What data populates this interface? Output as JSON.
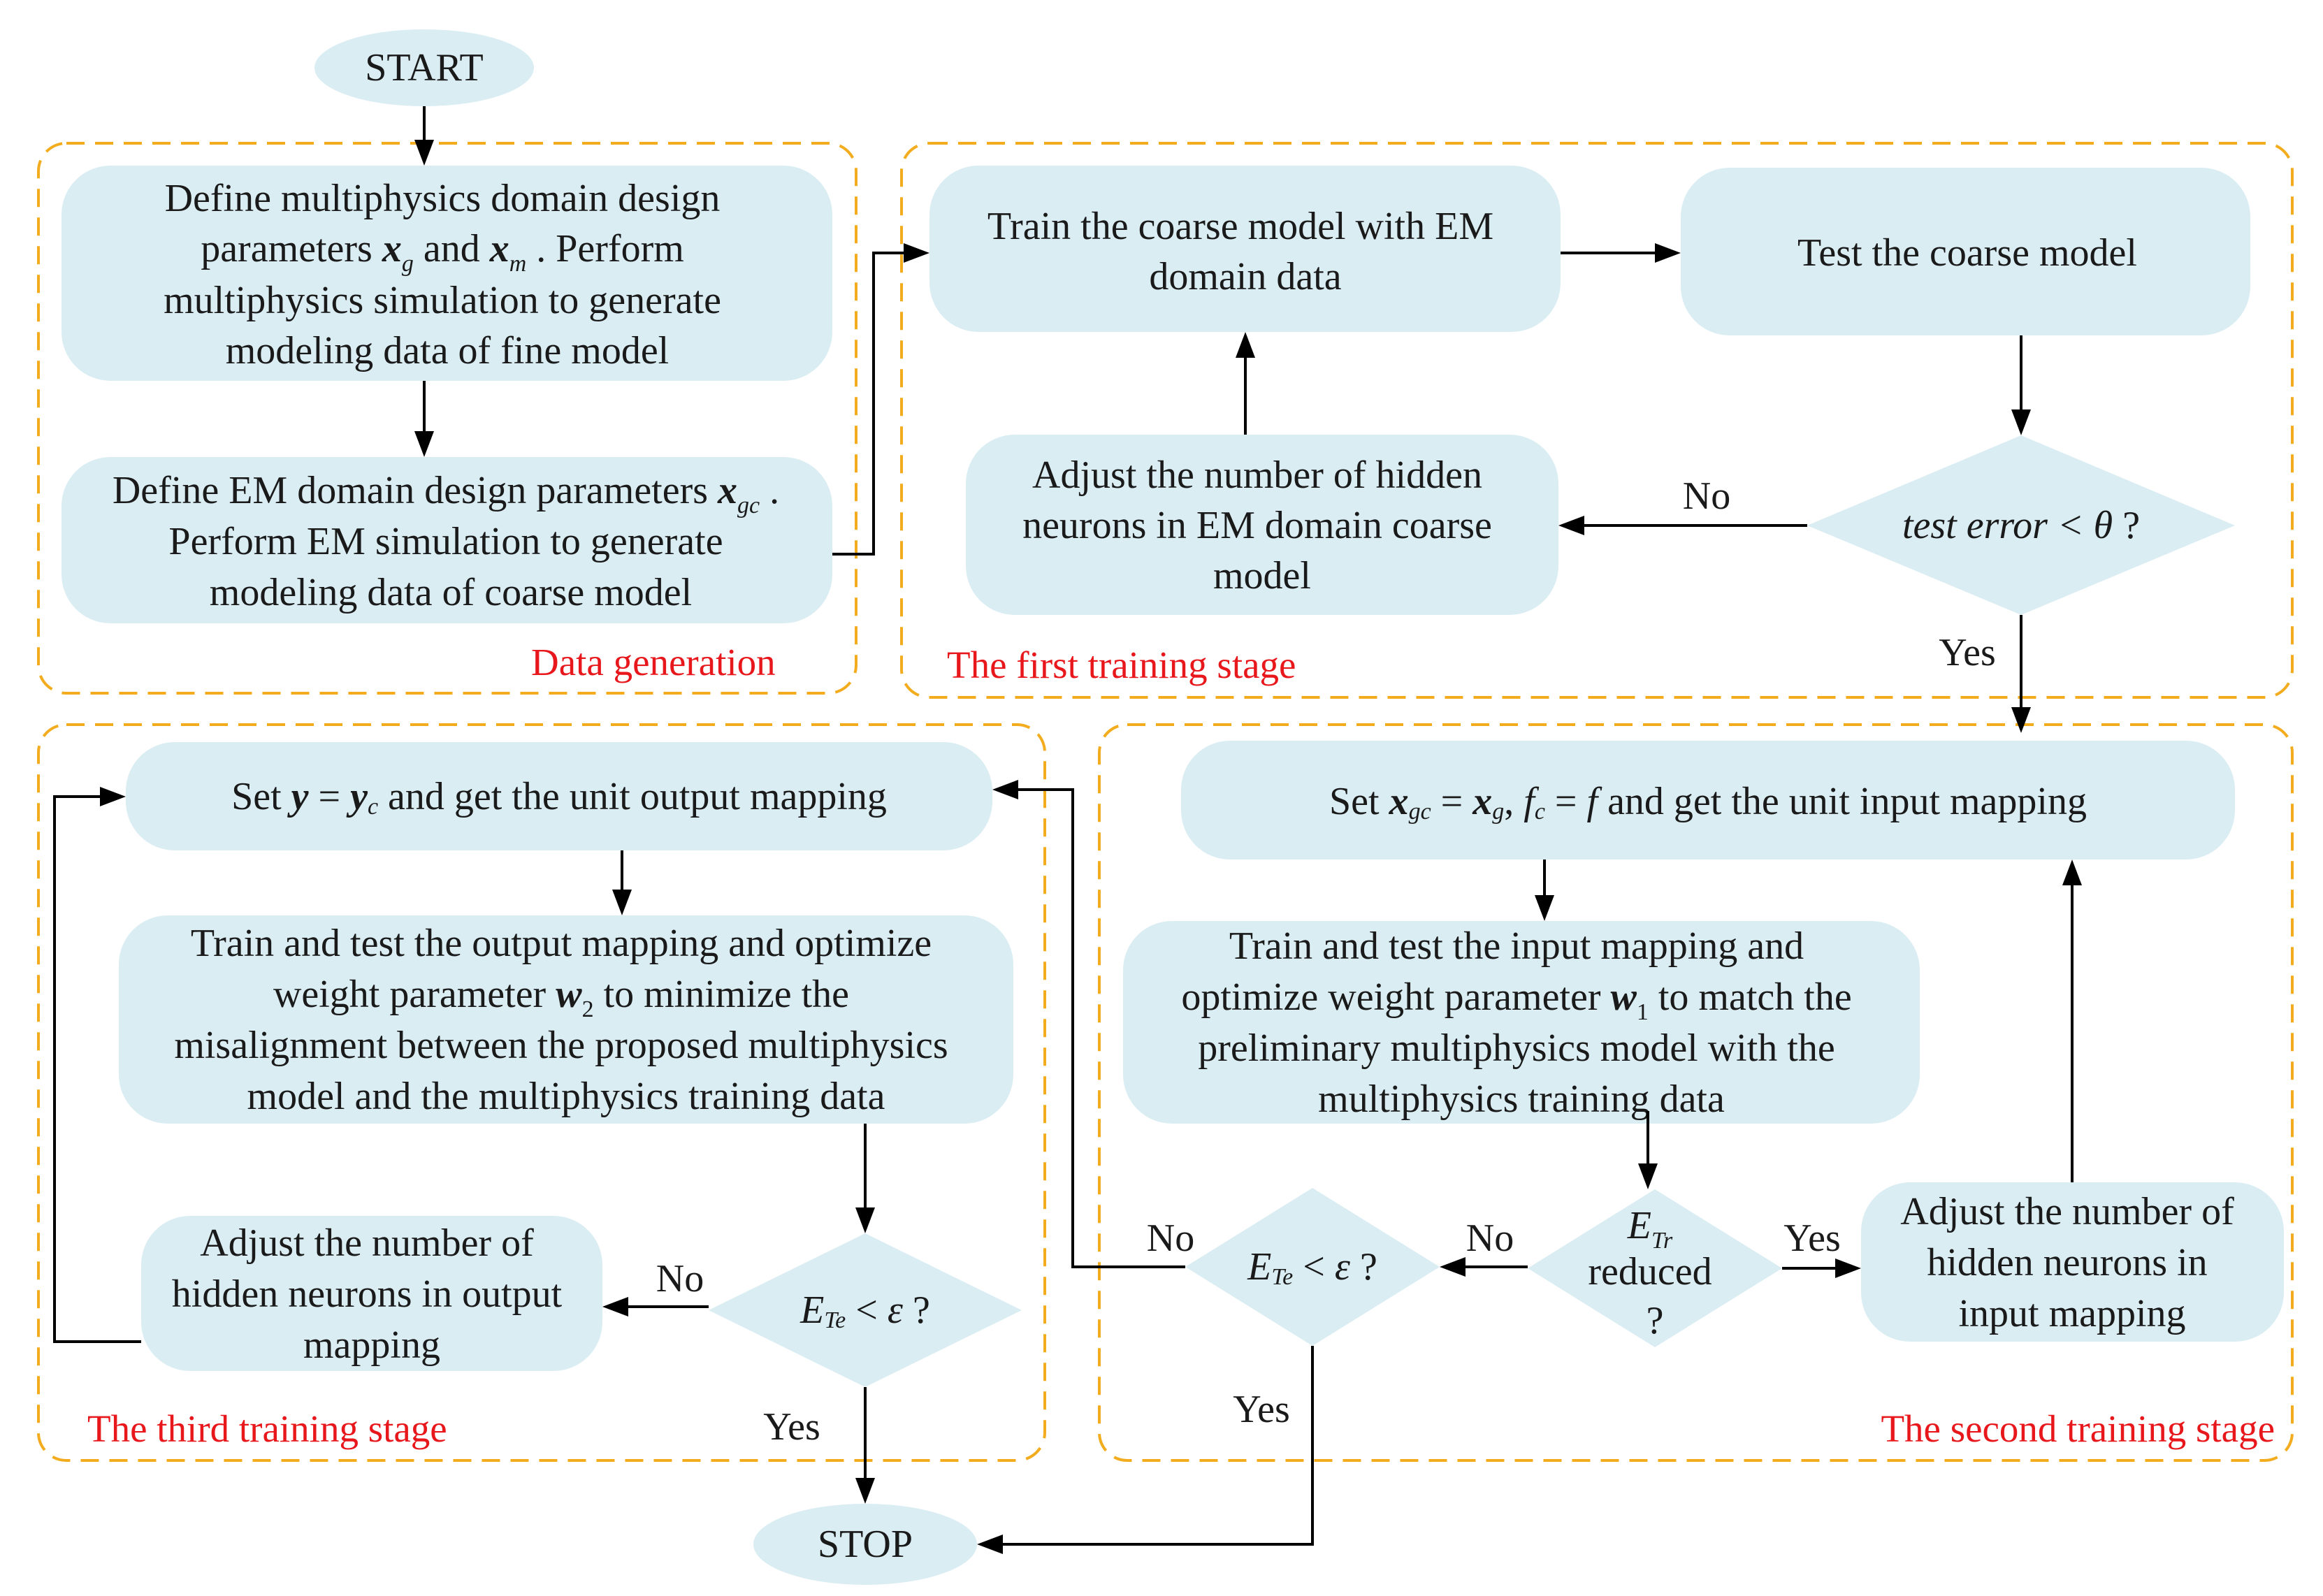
{
  "colors": {
    "node_fill": "#daedf3",
    "region_border": "#f2ac1e",
    "stage_label": "#e8171c",
    "line": "#000000"
  },
  "nodes": {
    "start": "START",
    "stop": "STOP",
    "define_multiphysics": {
      "line1": "Define multiphysics domain design",
      "l2_pre": "parameters ",
      "xg_base": "x",
      "xg_sub": "g",
      "l2_and": " and ",
      "xm_base": "x",
      "xm_sub": "m",
      "l2_post": " .  Perform",
      "line3": "multiphysics simulation to generate",
      "line4": "modeling data of fine model"
    },
    "define_em": {
      "l1_pre": "Define EM domain design  parameters ",
      "xgc_base": "x",
      "xgc_sub": "gc",
      "l1_post": " .",
      "line2": "Perform EM simulation to generate",
      "line3": "modeling data of coarse model"
    },
    "train_coarse": {
      "line1": "Train the coarse model with EM",
      "line2": "domain data"
    },
    "test_coarse": "Test the coarse model",
    "adjust_em_coarse": {
      "line1": "Adjust the number of hidden",
      "line2": "neurons in EM domain coarse",
      "line3": "model"
    },
    "test_error_decision": {
      "pre": "test error < ",
      "theta": "θ",
      "post": " ?"
    },
    "set_input": {
      "pre": "Set ",
      "xgc_base": "x",
      "xgc_sub": "gc",
      "eq1": " = ",
      "xg_base": "x",
      "xg_sub": "g",
      "comma": ", ",
      "fc_base": "f",
      "fc_sub": "c",
      "eq2": " = ",
      "f": "f",
      "post": "   and get the unit input mapping"
    },
    "train_input": {
      "line1": "Train and test the input mapping and",
      "l2_pre": "optimize weight parameter ",
      "w_base": "w",
      "w_sub": "1",
      "l2_post": " to match the",
      "line3": "preliminary multiphysics model with the",
      "line4": "multiphysics training data"
    },
    "etr_decision": {
      "e_base": "E",
      "e_sub": "Tr",
      "line2": "reduced",
      "line3": "?"
    },
    "adjust_input": {
      "line1": "Adjust the number of",
      "line2": "hidden neurons in",
      "line3": "input mapping"
    },
    "ete_decision_2": {
      "e_base": "E",
      "e_sub": "Te",
      "mid": " < ",
      "eps": "ε",
      "post": "  ?"
    },
    "set_output": {
      "pre": "Set  ",
      "y": "y",
      "eq": " = ",
      "yc_base": "y",
      "yc_sub": "c",
      "post": "  and get the unit output mapping"
    },
    "train_output": {
      "line1": "Train and test the output mapping and optimize",
      "l2_pre": "weight parameter ",
      "w_base": "w",
      "w_sub": "2",
      "l2_post": " to minimize the",
      "line3": "misalignment between the proposed multiphysics",
      "line4": "model and the multiphysics training data"
    },
    "adjust_output": {
      "line1": "Adjust the number of",
      "line2": "hidden neurons in output",
      "line3": "mapping"
    },
    "ete_decision_3": {
      "e_base": "E",
      "e_sub": "Te",
      "mid": "  < ",
      "eps": "ε",
      "post": "  ?"
    }
  },
  "edge_labels": {
    "no_first": "No",
    "yes_first": "Yes",
    "no_etr": "No",
    "yes_etr": "Yes",
    "no_ete2": "No",
    "yes_ete2": "Yes",
    "no_ete3": "No",
    "yes_ete3": "Yes"
  },
  "regions": {
    "data_generation": "Data generation",
    "first_stage": "The first training stage",
    "second_stage": "The second training stage",
    "third_stage": "The third training stage"
  }
}
